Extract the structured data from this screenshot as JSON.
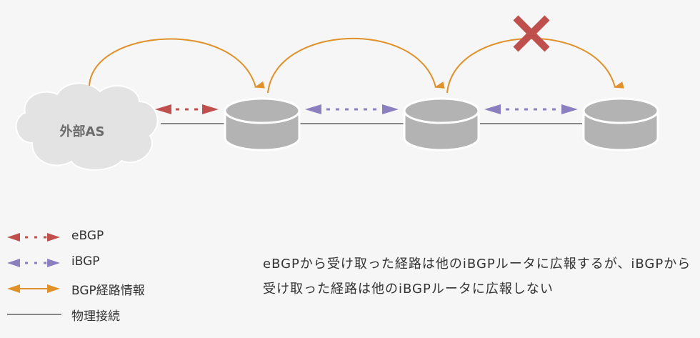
{
  "diagram": {
    "external_as_label": "外部AS",
    "nodes": [
      {
        "id": "external-as",
        "type": "cloud",
        "label": "外部AS"
      },
      {
        "id": "router-1",
        "type": "router"
      },
      {
        "id": "router-2",
        "type": "router"
      },
      {
        "id": "router-3",
        "type": "router"
      }
    ],
    "links": [
      {
        "from": "external-as",
        "to": "router-1",
        "kind": "eBGP"
      },
      {
        "from": "router-1",
        "to": "router-2",
        "kind": "iBGP"
      },
      {
        "from": "router-2",
        "to": "router-3",
        "kind": "iBGP"
      }
    ],
    "route_flows": [
      {
        "from": "external-as",
        "to": "router-1",
        "blocked": false
      },
      {
        "from": "router-1",
        "to": "router-2",
        "blocked": false
      },
      {
        "from": "router-2",
        "to": "router-3",
        "blocked": true
      }
    ]
  },
  "colors": {
    "ebgp": "#c0504d",
    "ibgp": "#8b7fc0",
    "route": "#e0912a",
    "physical": "#888888",
    "block": "#c0504d",
    "router": "#b3b3b3"
  },
  "legend": [
    {
      "key": "ebgp",
      "label": "eBGP"
    },
    {
      "key": "ibgp",
      "label": "iBGP"
    },
    {
      "key": "route",
      "label": "BGP経路情報"
    },
    {
      "key": "physical",
      "label": "物理接続"
    }
  ],
  "note": "eBGPから受け取った経路は他のiBGPルータに広報するが、iBGPから受け取った経路は他のiBGPルータに広報しない"
}
